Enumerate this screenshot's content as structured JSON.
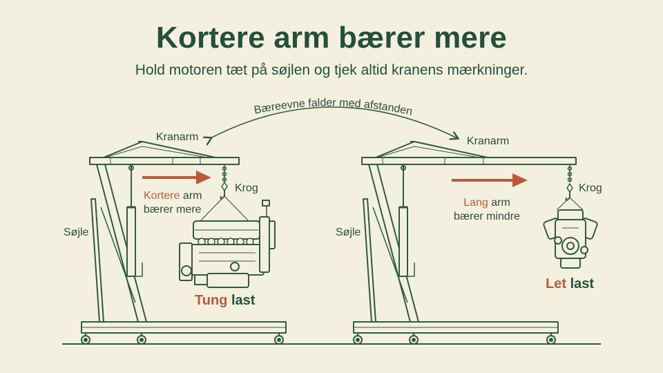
{
  "header": {
    "title": "Kortere arm bærer mere",
    "subtitle": "Hold motoren tæt på søjlen og tjek altid kranens mærkninger."
  },
  "connector": {
    "label": "Bæreevne falder med afstanden"
  },
  "left_crane": {
    "arm_label": "Kranarm",
    "hook_label": "Krog",
    "column_label": "Søjle",
    "note_accent": "Kortere",
    "note_rest_line1": "arm",
    "note_line2": "bærer mere",
    "load_accent": "Tung",
    "load_rest": "last"
  },
  "right_crane": {
    "arm_label": "Kranarm",
    "hook_label": "Krog",
    "column_label": "Søjle",
    "note_accent": "Lang",
    "note_rest_line1": "arm",
    "note_line2": "bærer mindre",
    "load_accent": "Let",
    "load_rest": "last"
  },
  "colors": {
    "background": "#f4f0e0",
    "line": "#2f5a40",
    "accent": "#b85a3c",
    "title": "#23503a"
  }
}
